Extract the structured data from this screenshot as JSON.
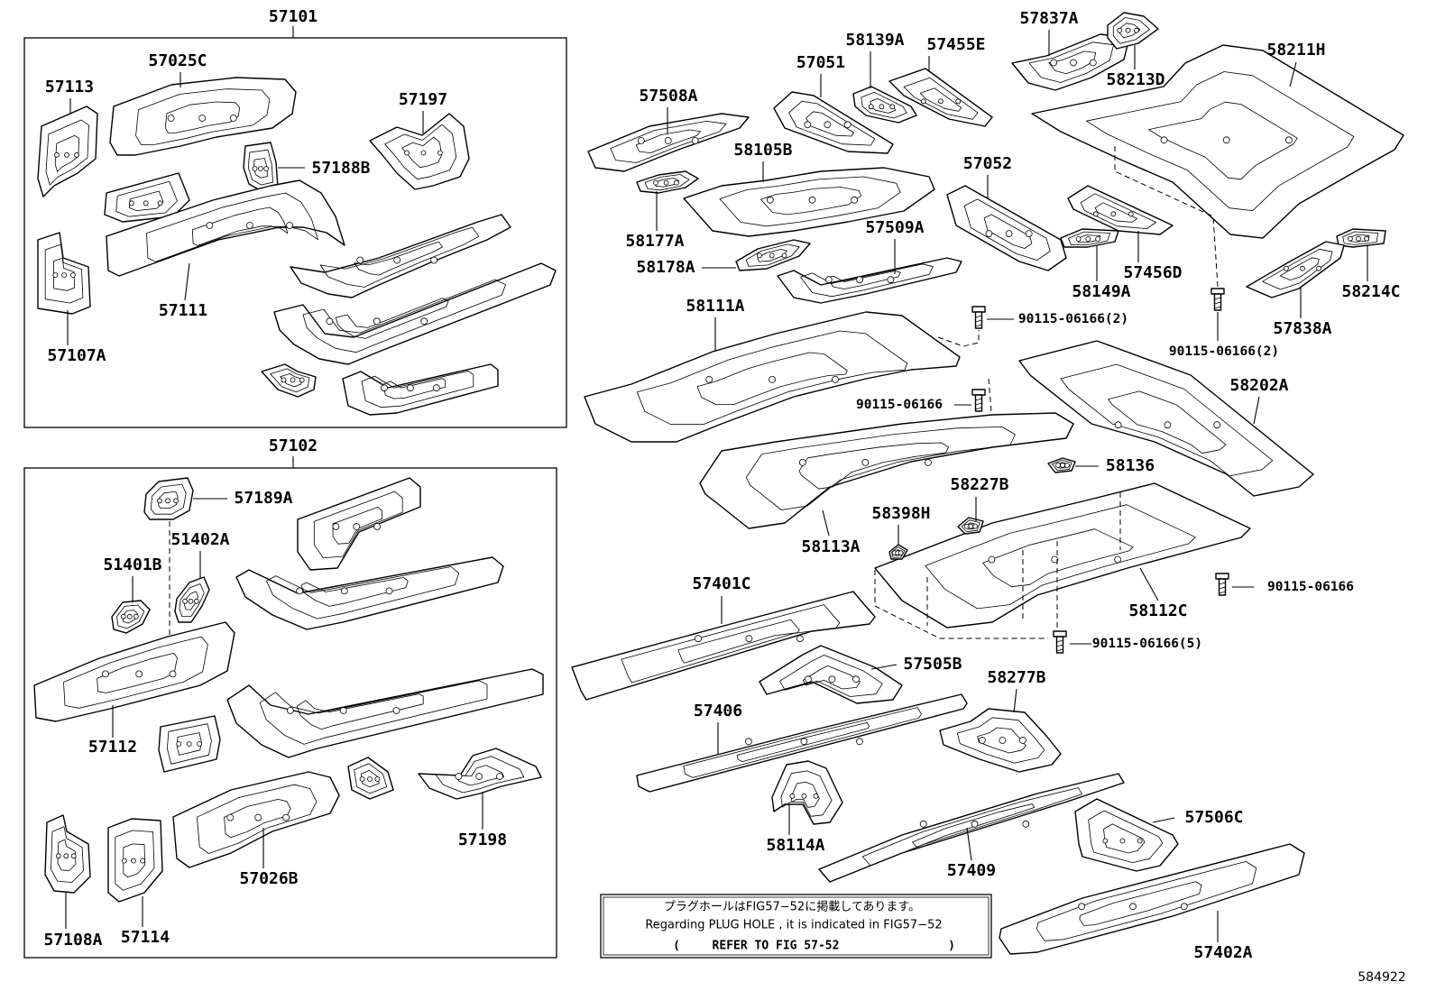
{
  "diagram_id": "584922",
  "assemblies": [
    {
      "label": "57101",
      "parts": [
        "57025C",
        "57113",
        "57197",
        "57188B",
        "57111",
        "57107A"
      ]
    },
    {
      "label": "57102",
      "parts": [
        "57189A",
        "51402A",
        "51401B",
        "57112",
        "57198",
        "57026B",
        "57108A",
        "57114"
      ]
    }
  ],
  "floor_parts": [
    "57837A",
    "58213D",
    "58211H",
    "58139A",
    "57455E",
    "57051",
    "57508A",
    "58105B",
    "58177A",
    "57052",
    "58178A",
    "57509A",
    "57456D",
    "58149A",
    "58214C",
    "57838A",
    "58111A",
    "58113A",
    "58202A",
    "58136",
    "58227B",
    "58398H",
    "58112C",
    "57401C",
    "57505B",
    "57406",
    "58277B",
    "58114A",
    "57409",
    "57506C",
    "57402A"
  ],
  "bolts": [
    "90115-06166(2)",
    "90115-06166(2)",
    "90115-06166",
    "90115-06166",
    "90115-06166(5)"
  ],
  "note": {
    "ja": "プラグホールはFIG57−52に掲載してあります。",
    "en": "Regarding PLUG HOLE , it is indicated in FIG57−52",
    "ref_open": "(",
    "ref": "REFER TO FIG 57-52",
    "ref_close": ")"
  }
}
